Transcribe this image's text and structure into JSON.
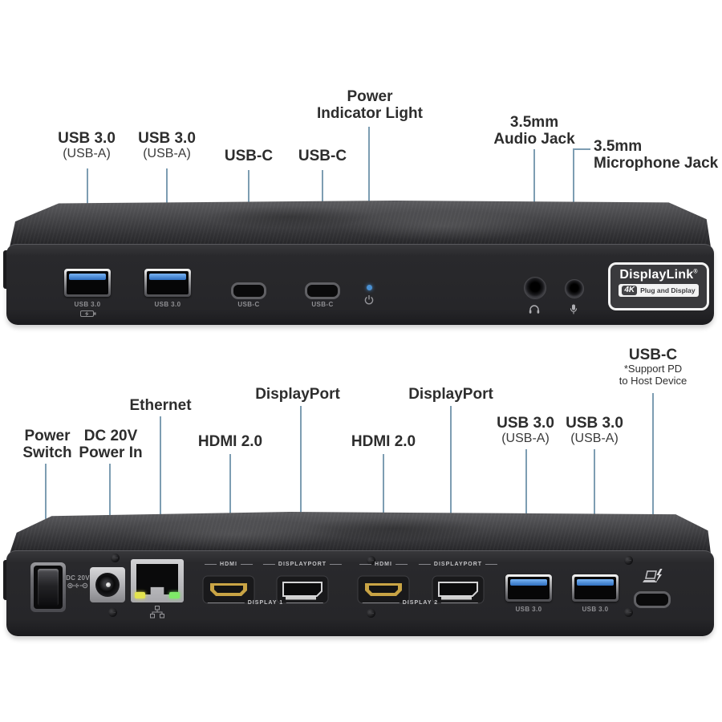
{
  "front_annotations": {
    "usb_a_1": {
      "title": "USB 3.0",
      "sub": "(USB-A)"
    },
    "usb_a_2": {
      "title": "USB 3.0",
      "sub": "(USB-A)"
    },
    "usb_c_1": {
      "title": "USB-C"
    },
    "usb_c_2": {
      "title": "USB-C"
    },
    "power_indicator": {
      "line1": "Power",
      "line2": "Indicator Light"
    },
    "audio_jack": {
      "line1": "3.5mm",
      "line2": "Audio Jack"
    },
    "microphone_jack": {
      "line1": "3.5mm",
      "line2": "Microphone Jack"
    }
  },
  "back_annotations": {
    "power_switch": {
      "line1": "Power",
      "line2": "Switch"
    },
    "dc_power_in": {
      "line1": "DC 20V",
      "line2": "Power In"
    },
    "ethernet": {
      "title": "Ethernet"
    },
    "hdmi_1": {
      "title": "HDMI 2.0"
    },
    "displayport_1": {
      "title": "DisplayPort"
    },
    "hdmi_2": {
      "title": "HDMI 2.0"
    },
    "displayport_2": {
      "title": "DisplayPort"
    },
    "usb_a_3": {
      "title": "USB 3.0",
      "sub": "(USB-A)"
    },
    "usb_a_4": {
      "title": "USB 3.0",
      "sub": "(USB-A)"
    },
    "usb_c_host": {
      "title": "USB-C",
      "sub1": "*Support PD",
      "sub2": "to Host Device"
    }
  },
  "front_device": {
    "usb_port_1_label": "USB 3.0",
    "usb_port_2_label": "USB 3.0",
    "usb_c_1_label": "USB-C",
    "usb_c_2_label": "USB-C",
    "badge": {
      "brand": "DisplayLink",
      "registered": "®",
      "resolution": "4K",
      "tagline": "Plug and Display"
    }
  },
  "back_device": {
    "dc_label": "DC 20V",
    "hdmi_cap": "HDMI",
    "displayport_cap": "DISPLAYPORT",
    "display_1": "DISPLAY 1",
    "display_2": "DISPLAY 2",
    "usb_port_3_label": "USB 3.0",
    "usb_port_4_label": "USB 3.0"
  },
  "colors": {
    "annotation_line": "#7d9db2",
    "annotation_dot": "#4a90d2",
    "label_text": "#2d2d2d"
  }
}
